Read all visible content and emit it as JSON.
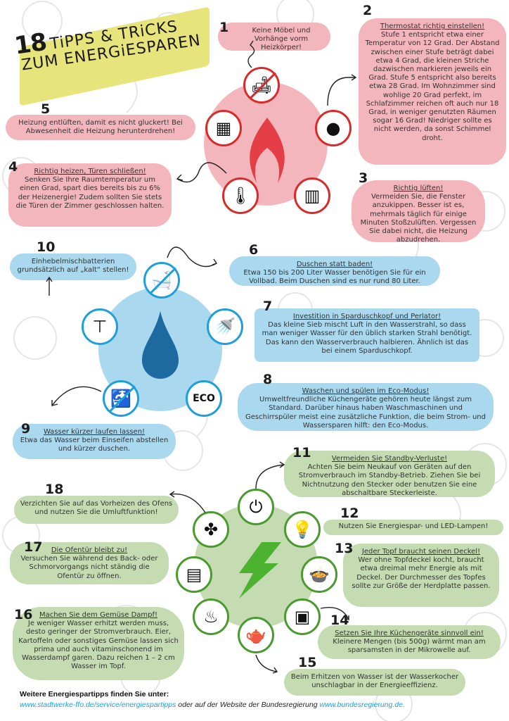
{
  "title": {
    "number": "18",
    "line1": "TiPPS & TRiCKS",
    "line2": "ZUM ENERGiESPAREN"
  },
  "colors": {
    "heating": "#f4b6bd",
    "water": "#a9d8ef",
    "electricity": "#c5dcb3",
    "highlight": "#e6e47a",
    "red_accent": "#d92a2a",
    "blue_accent": "#1e9fd9",
    "green_accent": "#4a9a2f"
  },
  "tips": [
    {
      "number": "1",
      "heading": "",
      "text": "Keine Möbel und Vorhänge vorm Heizkörper!"
    },
    {
      "number": "2",
      "heading": "Thermostat richtig einstellen!",
      "text": "Stufe 1 entspricht etwa einer Temperatur von 12 Grad. Der Abstand zwischen einer Stufe beträgt dabei etwa 4 Grad, die kleinen Striche dazwischen markieren jeweils ein Grad. Stufe 5 entspricht also bereits etwa 28 Grad. Im Wohnzimmer sind wohlige 20 Grad perfekt, im Schlafzimmer reichen oft auch nur 18 Grad, in weniger genutzten Räumen sogar 16 Grad! Niedriger sollte es nicht werden, da sonst Schimmel droht."
    },
    {
      "number": "3",
      "heading": "Richtig lüften!",
      "text": "Vermeiden Sie, die Fenster anzukippen. Besser ist es, mehrmals täglich für einige Minuten Stoßzulüften. Vergessen Sie dabei nicht, die Heizung abzudrehen."
    },
    {
      "number": "4",
      "heading": "Richtig heizen, Türen schließen!",
      "text": "Senken Sie Ihre Raumtemperatur um einen Grad, spart dies bereits bis zu 6% der Heizenergie! Zudem sollten Sie stets die Türen der Zimmer geschlossen halten."
    },
    {
      "number": "5",
      "heading": "",
      "text": "Heizung entlüften, damit es nicht gluckert! Bei Abwesenheit die Heizung herunterdrehen!"
    },
    {
      "number": "6",
      "heading": "Duschen statt baden!",
      "text": "Etwa 150 bis 200 Liter Wasser benötigen Sie für ein Vollbad. Beim Duschen sind es nur rund 80 Liter."
    },
    {
      "number": "7",
      "heading": "Investition in Sparduschkopf und Perlator!",
      "text": "Das kleine Sieb mischt Luft in den Wasserstrahl, so dass man weniger Wasser für den üblich starken Strahl benötigt. Das kann den Wasserverbrauch halbieren. Ähnlich ist das bei einem Sparduschkopf."
    },
    {
      "number": "8",
      "heading": "Waschen und spülen im Eco-Modus!",
      "text": "Umweltfreundliche Küchengeräte gehören heute längst zum Standard. Darüber hinaus haben Waschmaschinen und Geschirrspüler meist eine zusätzliche Funktion, die beim Strom- und Wassersparen hilft: den Eco-Modus."
    },
    {
      "number": "9",
      "heading": "Wasser kürzer laufen lassen!",
      "text": "Etwa das Wasser beim Einseifen abstellen und kürzer duschen."
    },
    {
      "number": "10",
      "heading": "",
      "text": "Einhebelmischbatterien grundsätzlich auf „kalt“ stellen!"
    },
    {
      "number": "11",
      "heading": "Vermeiden Sie Standby-Verluste!",
      "text": "Achten Sie beim Neukauf von Geräten auf den Stromverbrauch im Standby-Betrieb. Ziehen Sie bei Nichtnutzung den Stecker oder benutzen Sie eine abschaltbare Steckerleiste."
    },
    {
      "number": "12",
      "heading": "",
      "text": "Nutzen Sie Energiespar- und LED-Lampen!"
    },
    {
      "number": "13",
      "heading": "Jeder Topf braucht seinen Deckel!",
      "text": "Wer ohne Topfdeckel kocht, braucht etwa dreimal mehr Energie als mit Deckel. Der Durchmesser des Topfes sollte zur Größe der Herdplatte passen."
    },
    {
      "number": "14",
      "heading": "Setzen Sie Ihre Küchengeräte sinnvoll ein!",
      "text": "Kleinere Mengen (bis 500g) wärmt man am sparsamsten in der Mikrowelle auf."
    },
    {
      "number": "15",
      "heading": "",
      "text": "Beim Erhitzen von Wasser ist der Wasserkocher unschlagbar in der Energieeffizienz."
    },
    {
      "number": "16",
      "heading": "Machen Sie dem Gemüse Dampf!",
      "text": "Je weniger Wasser erhitzt werden muss, desto geringer der Stromverbrauch. Eier, Kartoffeln oder sonstiges Gemüse lassen sich prima und auch vitaminschonend im Wasserdampf garen. Dazu reichen 1 – 2 cm Wasser im Topf."
    },
    {
      "number": "17",
      "heading": "Die Ofentür bleibt zu!",
      "text": "Versuchen Sie während des Back- oder Schmorvorgangs nicht ständig die Ofentür zu öffnen."
    },
    {
      "number": "18",
      "heading": "",
      "text": "Verzichten Sie auf das Vorheizen des Ofens und nutzen Sie die Umluftfunktion!"
    }
  ],
  "icons": {
    "heating": [
      "no-furniture-icon",
      "thermostat-knob-icon",
      "window-icon",
      "thermometer-icon",
      "radiator-icon",
      "flame-icon"
    ],
    "water": [
      "no-bathtub-icon",
      "shower-head-icon",
      "eco-leaf-icon",
      "no-running-tap-icon",
      "mixer-tap-icon",
      "water-drop-icon"
    ],
    "electricity": [
      "power-icon",
      "led-bulb-icon",
      "pot-with-lid-icon",
      "microwave-icon",
      "kettle-icon",
      "steamer-pot-icon",
      "oven-icon",
      "convection-fan-icon",
      "lightning-icon"
    ],
    "eco_label": "ECO"
  },
  "footer": {
    "heading": "Weitere Energiespartipps finden Sie unter:",
    "link1": "www.stadtwerke-ffo.de/service/energiespartipps",
    "middle": " oder auf der Website der Bundesregierung ",
    "link2": "www.bundesregierung.de."
  }
}
